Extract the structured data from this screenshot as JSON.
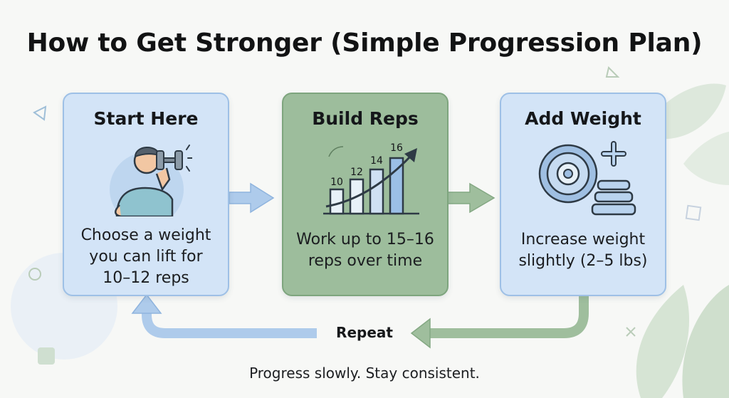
{
  "title": "How to Get Stronger (Simple Progression Plan)",
  "steps": [
    {
      "title": "Start Here",
      "description_lines": [
        "Choose a weight",
        "you can lift for",
        "10–12 reps"
      ],
      "icon": "dumbbell-curl-icon"
    },
    {
      "title": "Build Reps",
      "description_lines": [
        "Work up to 15–16",
        "reps over time"
      ],
      "icon": "rising-bar-chart-icon",
      "chart_labels": [
        "10",
        "12",
        "14",
        "16"
      ]
    },
    {
      "title": "Add Weight",
      "description_lines": [
        "Increase weight",
        "slightly (2–5 lbs)"
      ],
      "icon": "weight-plate-plus-icon"
    }
  ],
  "loop_label": "Repeat",
  "footer": "Progress slowly. Stay consistent.",
  "colors": {
    "blue_card": "#d3e4f7",
    "green_card": "#9dbd9c",
    "arrow_blue": "#aecbeb",
    "arrow_green": "#9fbe9d"
  }
}
